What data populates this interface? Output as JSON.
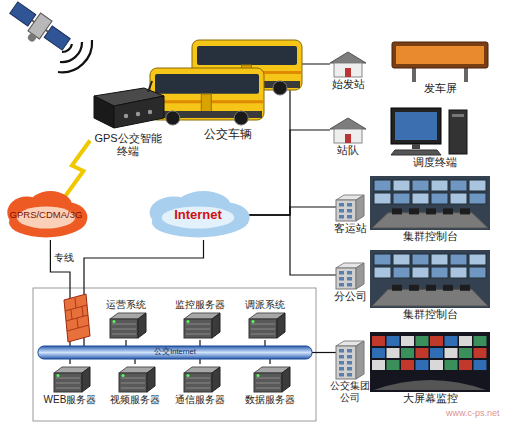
{
  "diagram": {
    "nodes": [
      {
        "text": [
          "公交车辆"
        ]
      },
      {
        "text": [
          "GPS公交智能 终端"
        ]
      },
      {
        "text": [
          "始发站"
        ]
      },
      {
        "text": [
          "发车屏"
        ]
      },
      {
        "text": [
          "站队"
        ]
      },
      {
        "text": [
          "调度终端"
        ]
      },
      {
        "text": [
          "GPRS/CDMA/3G"
        ]
      },
      {
        "text": [
          "Internet"
        ]
      },
      {
        "text": [
          "客运站"
        ]
      },
      {
        "text": [
          "集群控制台"
        ]
      },
      {
        "text": [
          "分公司"
        ]
      },
      {
        "text": [
          "集群控制台"
        ]
      },
      {
        "text": [
          "运营系统"
        ]
      },
      {
        "text": [
          "监控服务器"
        ]
      },
      {
        "text": [
          "调派系统"
        ]
      },
      {
        "text": [
          "公交Internet"
        ]
      },
      {
        "text": [
          "公交集团 公司"
        ]
      },
      {
        "text": [
          "大屏幕监控"
        ]
      },
      {
        "text": [
          "WEB服务器"
        ]
      },
      {
        "text": [
          "视频服务器"
        ]
      },
      {
        "text": [
          "通信服务器"
        ]
      },
      {
        "text": [
          "数据服务器"
        ]
      }
    ],
    "edges": [
      {
        "from": 1,
        "to": 6,
        "arrow": "none"
      },
      {
        "from": 6,
        "to": 15,
        "label": "专线",
        "arrow": "none"
      },
      {
        "from": 7,
        "to": 15,
        "arrow": "none"
      },
      {
        "from": 7,
        "to": 2,
        "arrow": "none"
      },
      {
        "from": 7,
        "to": 4,
        "arrow": "none"
      },
      {
        "from": 7,
        "to": 8,
        "arrow": "none"
      },
      {
        "from": 7,
        "to": 10,
        "arrow": "none"
      },
      {
        "from": 15,
        "to": 16,
        "arrow": "none"
      },
      {
        "from": 12,
        "to": 15,
        "arrow": "none"
      },
      {
        "from": 13,
        "to": 15,
        "arrow": "none"
      },
      {
        "from": 14,
        "to": 15,
        "arrow": "none"
      },
      {
        "from": 18,
        "to": 15,
        "arrow": "none"
      },
      {
        "from": 19,
        "to": 15,
        "arrow": "none"
      },
      {
        "from": 20,
        "to": 15,
        "arrow": "none"
      },
      {
        "from": 21,
        "to": 15,
        "arrow": "none"
      }
    ],
    "labels": [
      "www.c-ps.net"
    ]
  }
}
